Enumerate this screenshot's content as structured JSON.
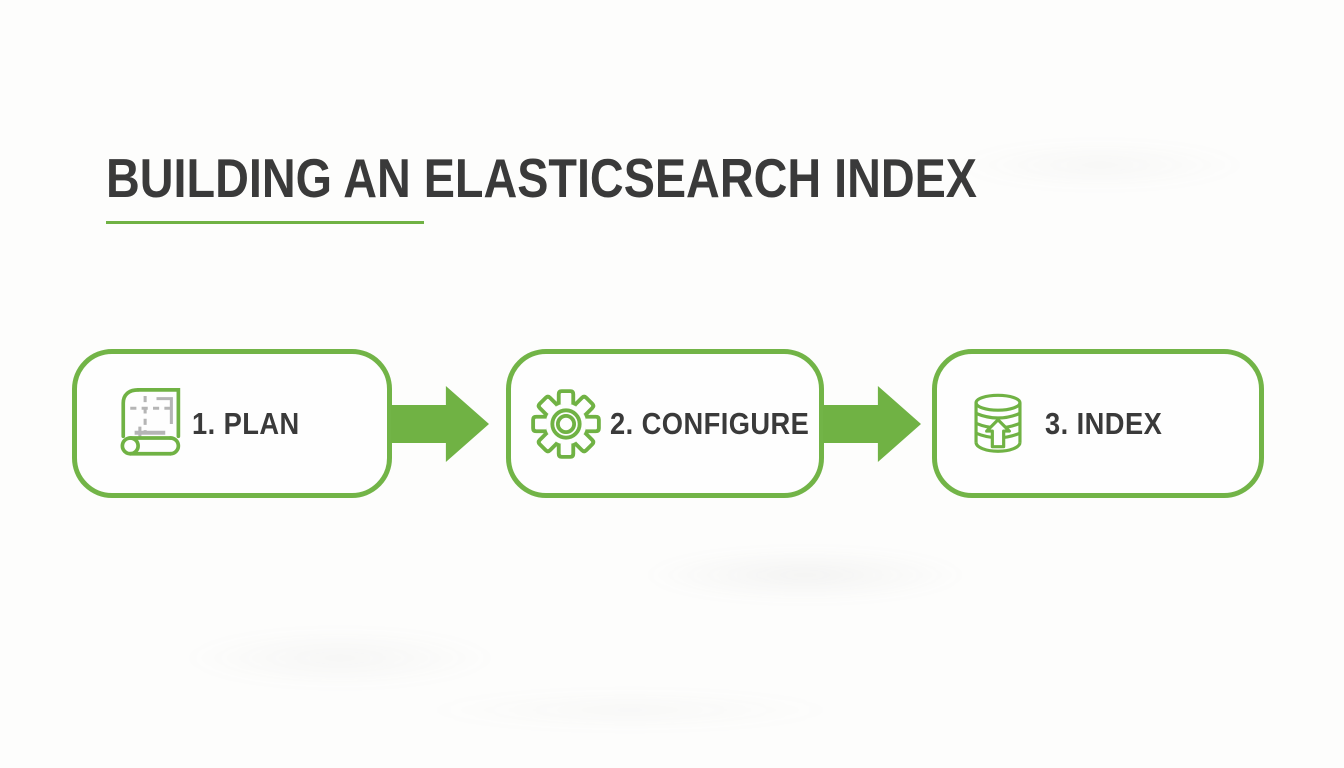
{
  "title": {
    "text": "BUILDING AN ELASTICSEARCH INDEX"
  },
  "steps": [
    {
      "label": "1. PLAN",
      "icon": "blueprint-icon"
    },
    {
      "label": "2. CONFIGURE",
      "icon": "gear-icon"
    },
    {
      "label": "3. INDEX",
      "icon": "database-upload-icon"
    }
  ],
  "connectors": [
    {
      "type": "arrow-right"
    },
    {
      "type": "arrow-right"
    }
  ],
  "colors": {
    "green": "#70b244",
    "box_border_green": "#72b447",
    "text_charcoal": "#3a3a3a",
    "icon_gray": "#b5b5b5",
    "background": "#fdfdfc"
  }
}
